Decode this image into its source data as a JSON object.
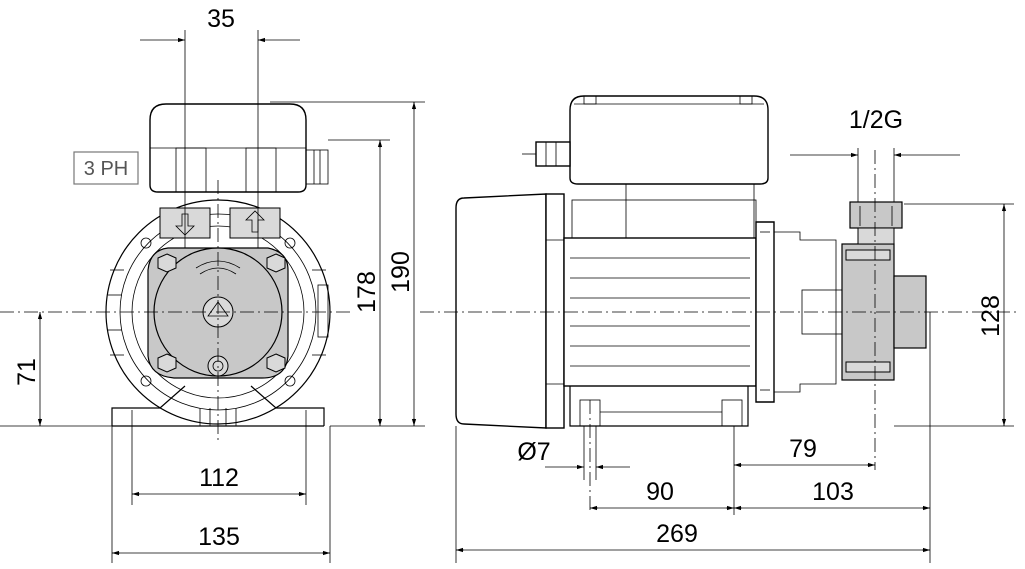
{
  "labels": {
    "phase_tag": "3 PH"
  },
  "dimensions": {
    "d35": "35",
    "d190": "190",
    "d178": "178",
    "d71": "71",
    "d112": "112",
    "d135": "135",
    "d_half_g": "1/2G",
    "d128": "128",
    "d_hole": "Ø7",
    "d79": "79",
    "d90": "90",
    "d103": "103",
    "d269": "269"
  }
}
